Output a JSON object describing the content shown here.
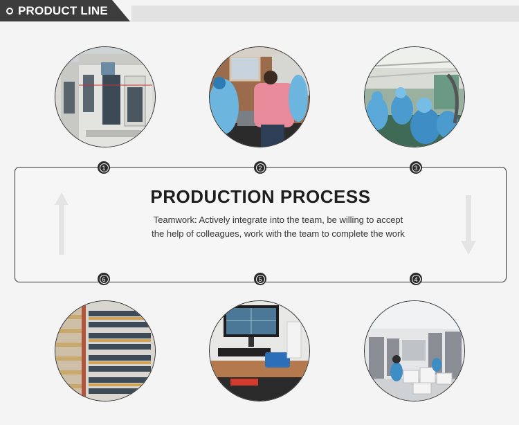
{
  "header": {
    "title": "PRODUCT LINE"
  },
  "process": {
    "title": "PRODUCTION PROCESS",
    "description": "Teamwork: Actively integrate into the team, be willing to accept the help of colleagues, work with the team to complete the work"
  },
  "steps": [
    {
      "number": "1",
      "photo": "battery-testing-cabinets"
    },
    {
      "number": "2",
      "photo": "workers-at-workbench"
    },
    {
      "number": "3",
      "photo": "assembly-line-workers"
    },
    {
      "number": "4",
      "photo": "factory-floor-workstations"
    },
    {
      "number": "5",
      "photo": "computer-workstation"
    },
    {
      "number": "6",
      "photo": "battery-charging-racks"
    }
  ],
  "icons": [
    "up-arrow-icon",
    "down-arrow-icon"
  ],
  "colors": {
    "header": "#3c3c3c",
    "badge": "#2a2a2a",
    "text": "#1e1e1e"
  }
}
